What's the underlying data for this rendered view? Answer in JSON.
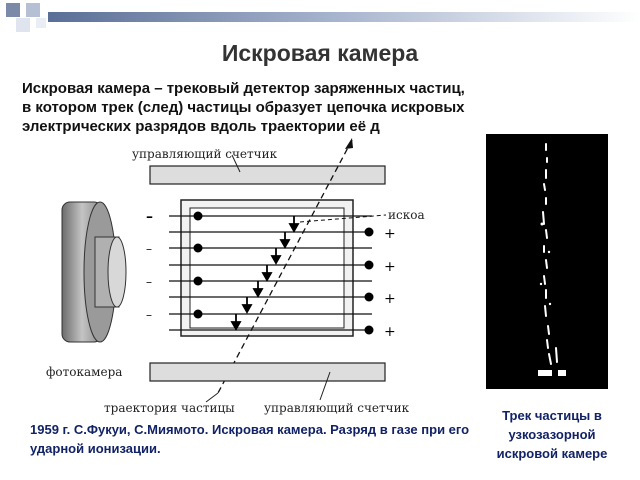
{
  "slide": {
    "title": "Искровая камера",
    "intro_lines": [
      "Искровая камера – трековый детектор заряженных частиц,",
      "в котором трек (след) частицы образует цепочка искровых",
      "электрических разрядов вдоль траектории её д"
    ],
    "caption": "1959 г.  С.Фукуи, С.Миямото. Искровая камера. Разряд в газе при его ударной ионизации.",
    "photo_caption": "Трек частицы в узкозазорной искровой камере"
  },
  "diagram": {
    "label_counter_top": "управляющий счетчик",
    "label_spark": "искоа",
    "label_camera": "фотокамера",
    "label_trajectory": "траектория частицы",
    "label_counter_bottom": "управляющий счетчик",
    "minus_signs": [
      "–",
      "–",
      "–",
      "–"
    ],
    "plus_signs": [
      "+",
      "+",
      "+",
      "+"
    ]
  },
  "colors": {
    "title": "#333333",
    "caption": "#112266",
    "header_squares": [
      "#7a8aa8",
      "#b6c0d4",
      "#dfe4ee"
    ]
  }
}
